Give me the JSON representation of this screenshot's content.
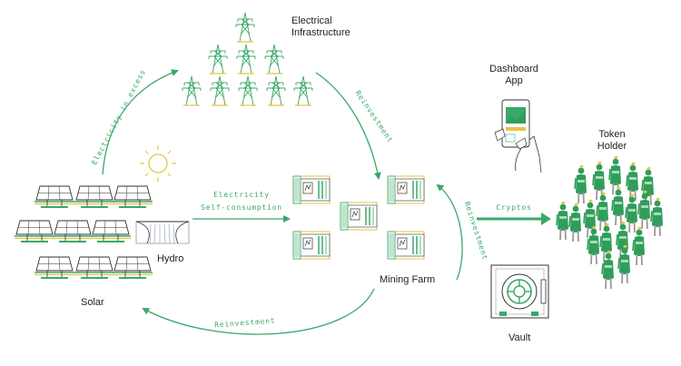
{
  "labels": {
    "electrical_infrastructure": [
      "Electrical",
      "Infrastructure"
    ],
    "dashboard_app": [
      "Dashboard",
      "App"
    ],
    "token_holder": [
      "Token",
      "Holder"
    ],
    "hydro": "Hydro",
    "solar": "Solar",
    "mining_farm": "Mining Farm",
    "vault": "Vault"
  },
  "arrows": {
    "electricity_in_excess": "Electricity in excess",
    "reinvestment_top": "Reinvestment",
    "reinvestment_right": "Reinvestment",
    "reinvestment_bottom": "Reinvestment",
    "electricity_self_consumption": [
      "Electricity",
      "Self-consumption"
    ],
    "cryptos": "Cryptos"
  },
  "colors": {
    "accent_green": "#3aa86a",
    "solid_green": "#2f9e5a",
    "yellow": "#e8c340",
    "dark": "#333333",
    "grey": "#9a9a9a"
  }
}
